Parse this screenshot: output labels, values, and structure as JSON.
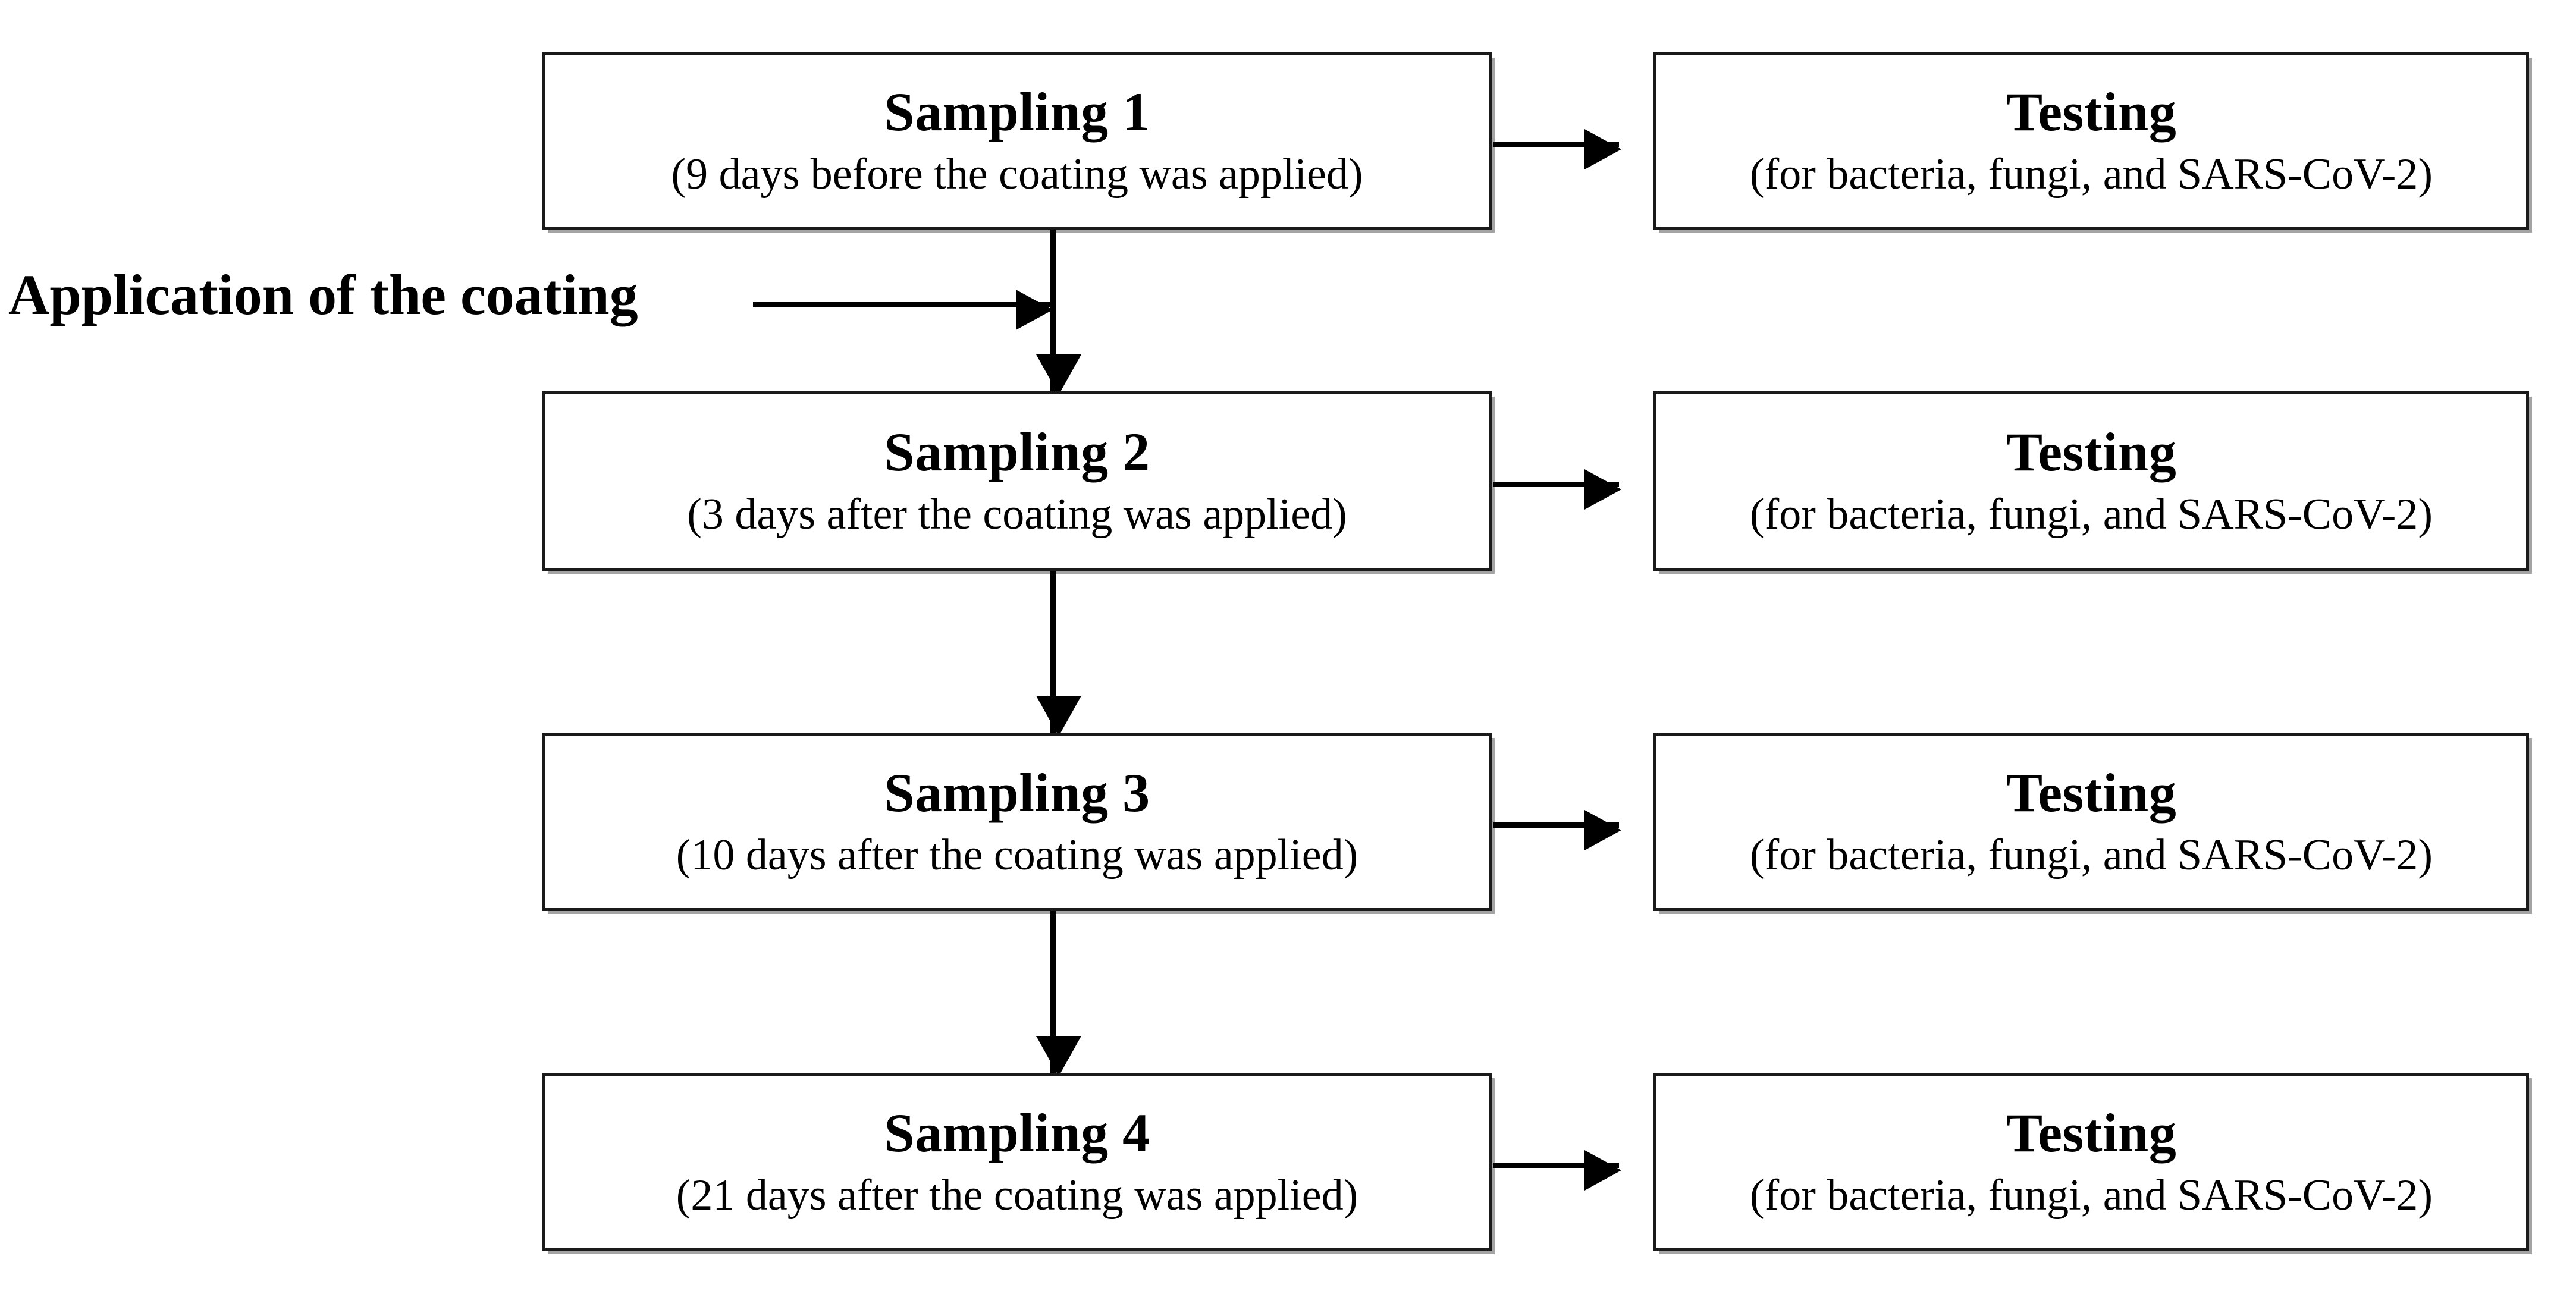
{
  "diagram": {
    "type": "flowchart",
    "orientation": "vertical-chain-with-side-branches",
    "external_label": {
      "text": "Application of the coating",
      "connector": "arrow-right-into-chain"
    },
    "colors": {
      "background": "#ffffff",
      "stroke": "#000000",
      "box_border": "#1a1a1a",
      "text": "#000000",
      "shadow": "#5a5a5a"
    },
    "rows": [
      {
        "sampling": {
          "title": "Sampling 1",
          "subtitle": "(9 days before the coating was applied)"
        },
        "testing": {
          "title": "Testing",
          "subtitle": "(for bacteria, fungi, and SARS-CoV-2)"
        }
      },
      {
        "sampling": {
          "title": "Sampling 2",
          "subtitle": "(3 days after the coating was applied)"
        },
        "testing": {
          "title": "Testing",
          "subtitle": "(for bacteria, fungi, and SARS-CoV-2)"
        }
      },
      {
        "sampling": {
          "title": "Sampling 3",
          "subtitle": "(10 days after the coating was applied)"
        },
        "testing": {
          "title": "Testing",
          "subtitle": "(for bacteria, fungi, and SARS-CoV-2)"
        }
      },
      {
        "sampling": {
          "title": "Sampling 4",
          "subtitle": "(21 days after the coating was applied)"
        },
        "testing": {
          "title": "Testing",
          "subtitle": "(for bacteria, fungi, and SARS-CoV-2)"
        }
      }
    ]
  }
}
